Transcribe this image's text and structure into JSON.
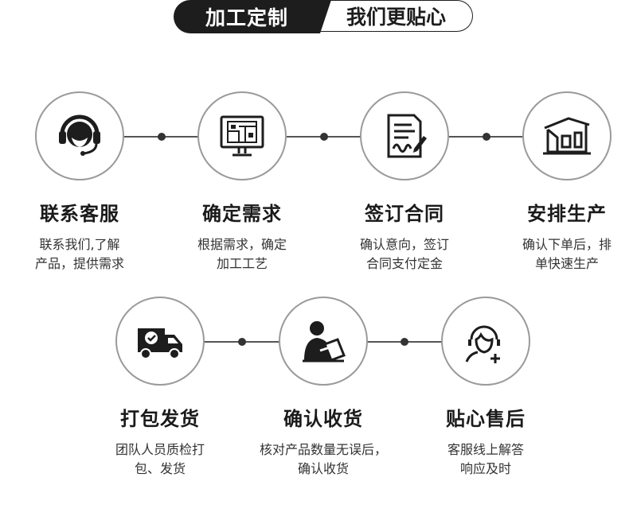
{
  "header": {
    "left_label": "加工定制",
    "right_label": "我们更贴心"
  },
  "steps_row1": [
    {
      "title": "联系客服",
      "desc_line1": "联系我们,了解",
      "desc_line2": "产品，提供需求",
      "icon": "headset-icon"
    },
    {
      "title": "确定需求",
      "desc_line1": "根据需求，确定",
      "desc_line2": "加工工艺",
      "icon": "monitor-blueprint-icon"
    },
    {
      "title": "签订合同",
      "desc_line1": "确认意向，签订",
      "desc_line2": "合同支付定金",
      "icon": "contract-sign-icon"
    },
    {
      "title": "安排生产",
      "desc_line1": "确认下单后，排",
      "desc_line2": "单快速生产",
      "icon": "factory-icon"
    }
  ],
  "steps_row2": [
    {
      "title": "打包发货",
      "desc_line1": "团队人员质检打",
      "desc_line2": "包、发货",
      "icon": "delivery-truck-icon"
    },
    {
      "title": "确认收货",
      "desc_line1": "核对产品数量无误后，",
      "desc_line2": "确认收货",
      "icon": "person-document-icon"
    },
    {
      "title": "贴心售后",
      "desc_line1": "客服线上解答",
      "desc_line2": "响应及时",
      "icon": "support-agent-icon"
    }
  ],
  "colors": {
    "dark": "#1d1d1d",
    "circle_border": "#9a9a9a",
    "line": "#555555"
  }
}
